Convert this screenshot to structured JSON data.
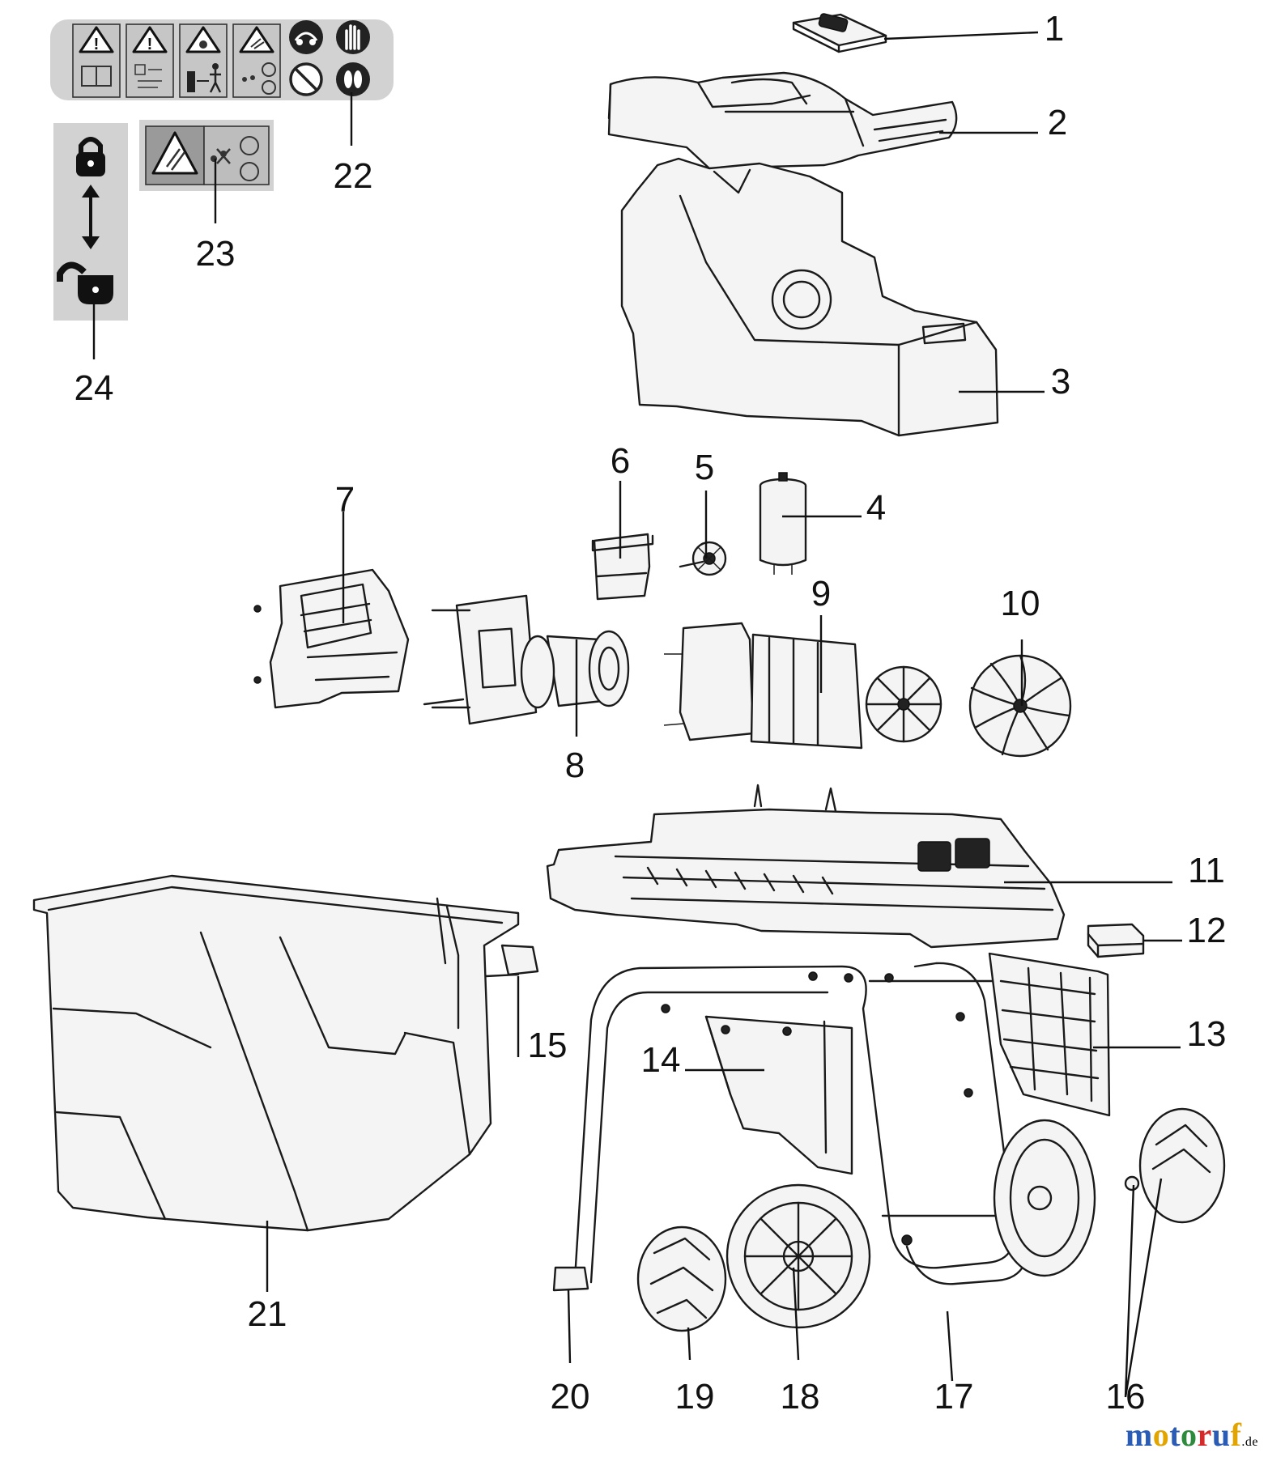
{
  "callouts": [
    "1",
    "2",
    "3",
    "4",
    "5",
    "6",
    "7",
    "8",
    "9",
    "10",
    "11",
    "12",
    "13",
    "14",
    "15",
    "16",
    "17",
    "18",
    "19",
    "20",
    "21",
    "22",
    "23",
    "24"
  ],
  "watermark": {
    "main": "motoruf",
    "suffix": ".de",
    "letter_colors": [
      "#2a5bb5",
      "#e2a400",
      "#2a5bb5",
      "#2e8b3e",
      "#d42a2a",
      "#2a5bb5",
      "#e2a400"
    ]
  },
  "icons": [
    "warning-manual-icon",
    "warning-instruction-icon",
    "warning-bystander-distance-icon",
    "warning-rotating-blades-icon",
    "ear-eye-protection-icon",
    "gloves-icon",
    "no-children-icon",
    "safety-shoes-icon",
    "rotating-blade-warning-icon",
    "lock-closed-icon",
    "lock-open-icon"
  ]
}
